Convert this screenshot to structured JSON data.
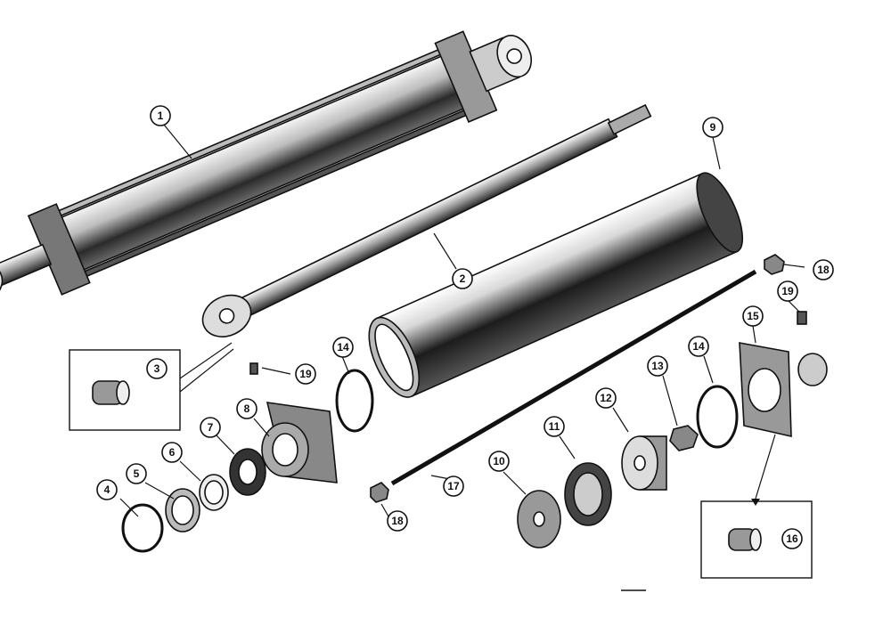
{
  "diagram": {
    "callouts": [
      {
        "id": "c1",
        "label": "1"
      },
      {
        "id": "c2",
        "label": "2"
      },
      {
        "id": "c3",
        "label": "3"
      },
      {
        "id": "c4",
        "label": "4"
      },
      {
        "id": "c5",
        "label": "5"
      },
      {
        "id": "c6",
        "label": "6"
      },
      {
        "id": "c7",
        "label": "7"
      },
      {
        "id": "c8",
        "label": "8"
      },
      {
        "id": "c9",
        "label": "9"
      },
      {
        "id": "c10",
        "label": "10"
      },
      {
        "id": "c11",
        "label": "11"
      },
      {
        "id": "c12",
        "label": "12"
      },
      {
        "id": "c13",
        "label": "13"
      },
      {
        "id": "c14a",
        "label": "14"
      },
      {
        "id": "c14b",
        "label": "14"
      },
      {
        "id": "c15",
        "label": "15"
      },
      {
        "id": "c16",
        "label": "16"
      },
      {
        "id": "c17",
        "label": "17"
      },
      {
        "id": "c18a",
        "label": "18"
      },
      {
        "id": "c18b",
        "label": "18"
      },
      {
        "id": "c19a",
        "label": "19"
      },
      {
        "id": "c19b",
        "label": "19"
      }
    ]
  }
}
